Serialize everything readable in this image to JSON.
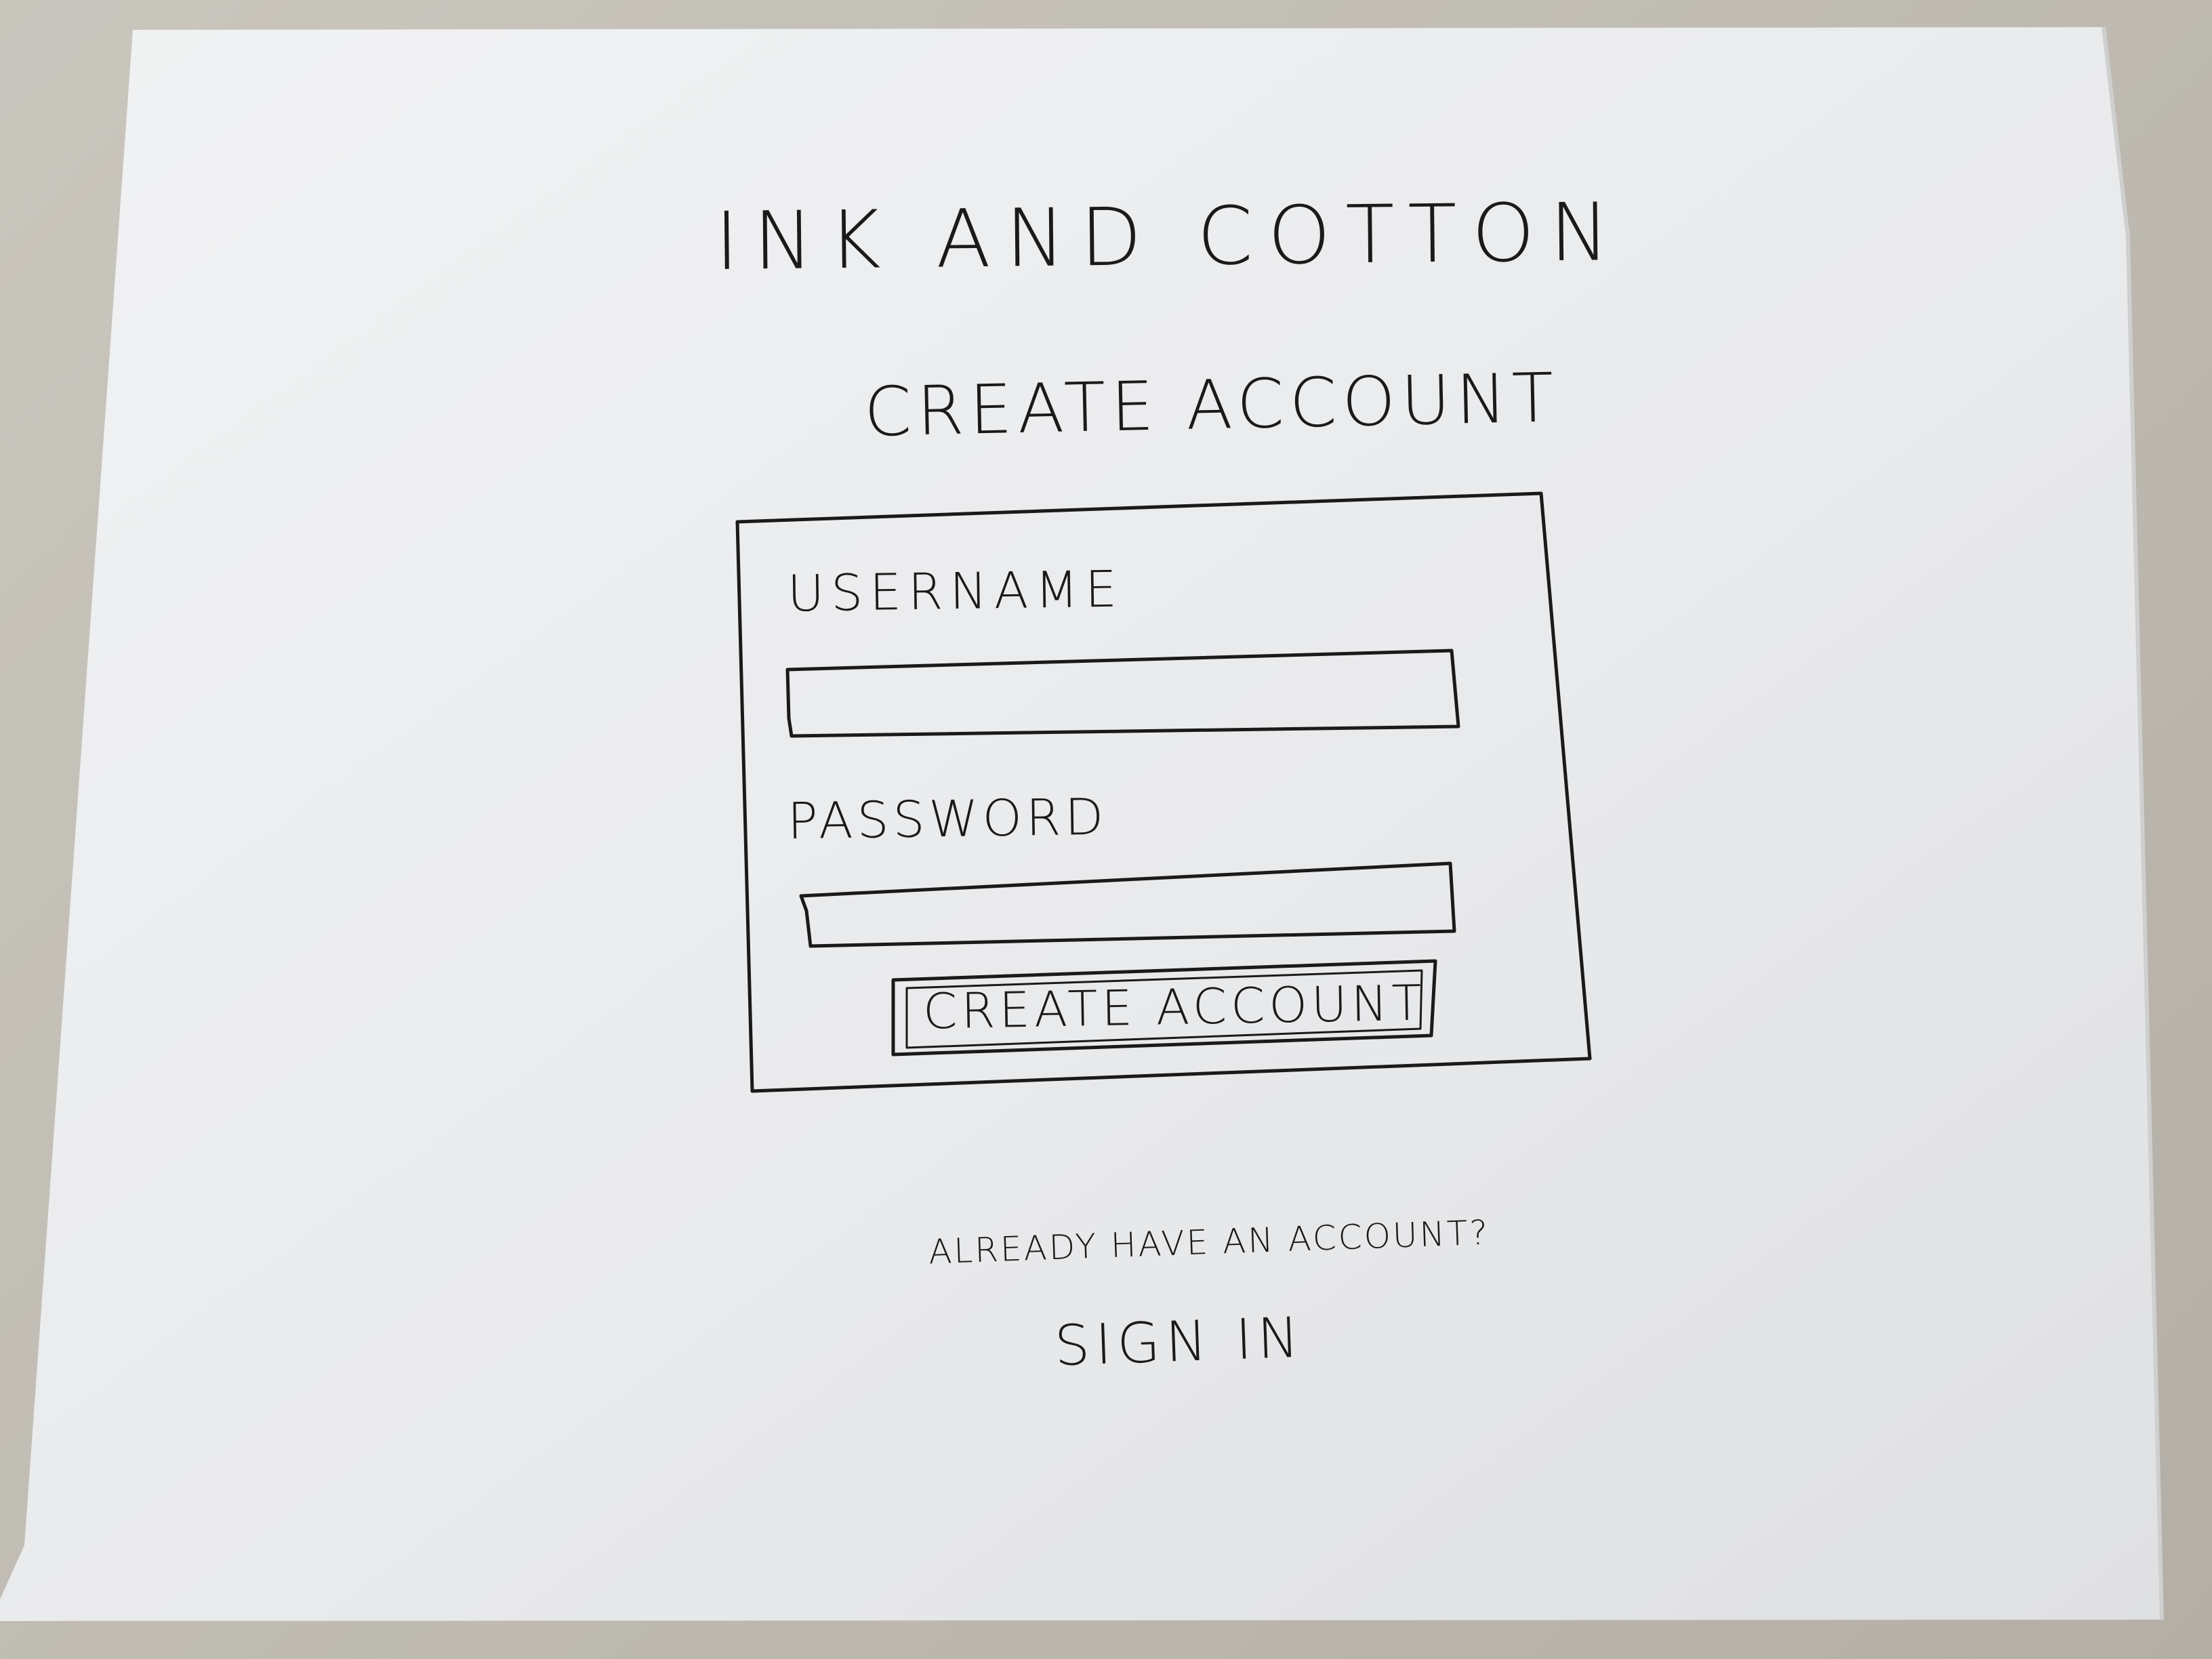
{
  "app": {
    "brand_title": "INK AND COTTON"
  },
  "page": {
    "heading": "CREATE ACCOUNT"
  },
  "form": {
    "username_label": "USERNAME",
    "username_value": "",
    "password_label": "PASSWORD",
    "password_value": "",
    "submit_label": "CREATE ACCOUNT"
  },
  "footer": {
    "prompt": "ALREADY HAVE AN ACCOUNT?",
    "signin_label": "SIGN IN"
  },
  "colors": {
    "ink": "#1a1a1a",
    "paper": "#eaebec",
    "table": "#c0bcb3"
  }
}
